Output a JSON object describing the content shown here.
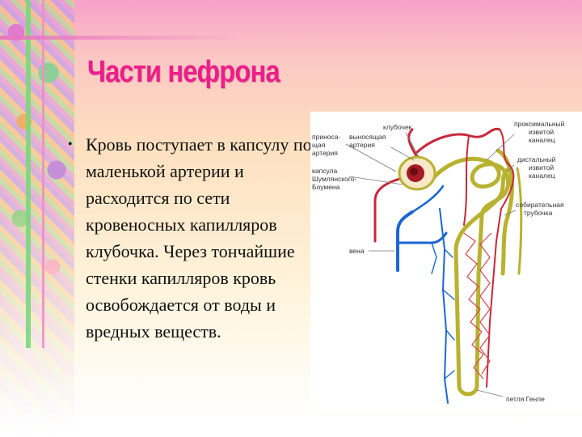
{
  "slide": {
    "title": "Части нефрона",
    "bullet_symbol": "•",
    "body_text": "Кровь поступает в капсулу по маленькой артерии и расходится по сети кровеносных капилляров клубочка. Через тончайшие стенки капилляров кровь освобождается от воды и вредных веществ."
  },
  "diagram": {
    "labels": {
      "afferent_artery": [
        "приноса-",
        "щая",
        "артерия"
      ],
      "efferent_artery": [
        "выносящая",
        "артерия"
      ],
      "glomerulus": "клубочек",
      "capsule": [
        "капсула",
        "Шумлянского-",
        "Боумена"
      ],
      "proximal_tubule": [
        "проксимальный",
        "извитой",
        "каналец"
      ],
      "distal_tubule": [
        "дистальный",
        "извитой",
        "каналец"
      ],
      "collecting_duct": [
        "собирательная",
        "трубочка"
      ],
      "vein": "вена",
      "loop_of_henle": "петля Генле"
    },
    "colors": {
      "artery": "#c8283a",
      "vein": "#1a66d0",
      "tubule": "#b8b230",
      "title": "#ee1d8a"
    }
  }
}
